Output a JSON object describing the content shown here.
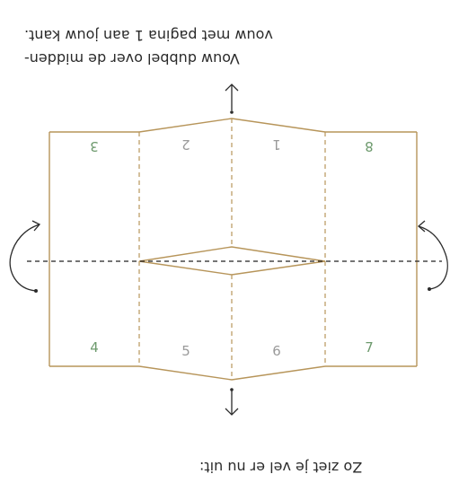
{
  "instructions": {
    "top_line_1": "Vouw dubbel over de midden-",
    "top_line_2": "vouw met pagina 1 aan jouw kant.",
    "bottom": "Zo ziet je vel er nu uit:"
  },
  "pages": {
    "p1": "1",
    "p2": "2",
    "p3": "3",
    "p4": "4",
    "p5": "5",
    "p6": "6",
    "p7": "7",
    "p8": "8"
  },
  "colors": {
    "outline": "#b7955a",
    "fold_line": "#b7955a",
    "cut_line": "#222222",
    "arrow": "#2b2b2b",
    "text": "#2b2b2b",
    "page_number_green": "#6d9a6d",
    "page_number_gray": "#9a9a9a"
  }
}
